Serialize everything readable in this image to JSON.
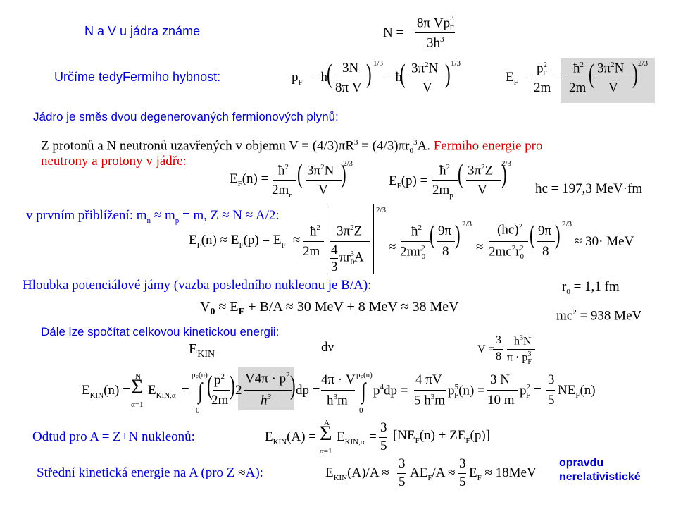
{
  "header": {
    "title": "N a V u jádra známe",
    "fermi_label": "Určíme tedyFermiho hybnost:"
  },
  "formula_N": {
    "lhs": "N =",
    "num": "8π Vp",
    "num_sup": "3",
    "num_sub": "F",
    "den": "3h",
    "den_sup": "3"
  },
  "formula_pF": {
    "lhs": "p",
    "lhs_sub": "F",
    "eq": "= h",
    "f1_num": "3N",
    "f1_den": "8π V",
    "exp": "1/3",
    "eq2": "= ħ",
    "f2_num": "3π",
    "f2_num_sup": "2",
    "f2_num_tail": "N",
    "f2_den": "V",
    "exp2": "1/3"
  },
  "formula_EF": {
    "lhs": "E",
    "lhs_sub": "F",
    "eq": "=",
    "f1_num": "p",
    "f1_num_sup": "2",
    "f1_num_sub": "F",
    "f1_den": "2m",
    "eq2": "=",
    "f2_num": "ħ",
    "f2_num_sup": "2",
    "f2_den": "2m",
    "f3_num": "3π",
    "f3_num_sup": "2",
    "f3_num_tail": "N",
    "f3_den": "V",
    "exp": "2/3"
  },
  "section1": {
    "heading": "Jádro je směs dvou degenerovaných fermionových plynů:",
    "line1_pre": "Z protonů a N neutronů uzavřených v objemu V = (4/3)πR",
    "line1_sup": "3",
    "line1_mid": " = (4/3)πr",
    "line1_sub": "0",
    "line1_sup2": "3",
    "line1_post": "A. ",
    "line1_red": "Fermiho energie pro",
    "line2": "neutrony a protony v jádře:"
  },
  "formula_EFn": {
    "lhs": "E",
    "lhs_sub": "F",
    "arg": "(n) =",
    "f1_num": "ħ",
    "f1_sup": "2",
    "f1_den": "2m",
    "f1_den_sub": "n",
    "f2_num": "3π",
    "f2_sup": "2",
    "f2_tail": "N",
    "f2_den": "V",
    "exp": "2/3"
  },
  "formula_EFp": {
    "lhs": "E",
    "lhs_sub": "F",
    "arg": "(p) =",
    "f1_num": "ħ",
    "f1_sup": "2",
    "f1_den": "2m",
    "f1_den_sub": "p",
    "f2_num": "3π",
    "f2_sup": "2",
    "f2_tail": "Z",
    "f2_den": "V",
    "exp": "2/3"
  },
  "hc_const": "ħc = 197,3 MeV·fm",
  "approx": {
    "pre": "v prvním přiblížení: m",
    "sub_n": "n",
    "mid": " ≈ m",
    "sub_p": "p",
    "post": " = m, Z ≈ N ≈ A/2:"
  },
  "formula_approx": {
    "lhs": "E",
    "arg1": "(n) ≈ E",
    "arg2": "(p) = E",
    "sub": "F",
    "approx": "≈",
    "f1_num": "ħ",
    "f1_sup": "2",
    "f1_den": "2m",
    "f2_num": "3π",
    "f2_sup": "2",
    "f2_tail": "Z",
    "f2_den_a": "4",
    "f2_den_b": "3",
    "f2_den_c": "πr",
    "f2_den_sub": "0",
    "f2_den_sup": "3",
    "f2_den_tail": "A",
    "exp": "2/3",
    "f3_num": "ħ",
    "f3_sup": "2",
    "f3_den": "2mr",
    "f3_den_sub": "0",
    "f3_den_sup": "2",
    "f4_num": "9π",
    "f4_den": "8",
    "f5_num": "(ħc)",
    "f5_sup": "2",
    "f5_den": "2mc",
    "f5_den_sup": "2",
    "f5_den_r": "r",
    "f5_den_sub": "0",
    "f5_den_sup2": "2",
    "f6_num": "9π",
    "f6_den": "8",
    "result": "≈ 30· MeV"
  },
  "section2": {
    "heading": "Hloubka potenciálové jámy (vazba posledního nukleonu je B/A):",
    "r0_label": "r",
    "r0_sub": "0",
    "r0_val": " = 1,1 fm",
    "V0_pre": "V",
    "V0_sub": "0",
    "V0_mid": " ≈ E",
    "V0_sub2": "F",
    "V0_post": " + B/A ≈ 30 MeV + 8 MeV ≈ 38 MeV",
    "mc2_label": "mc",
    "mc2_sup": "2",
    "mc2_val": " = 938 MeV"
  },
  "section3": {
    "heading": "Dále lze spočítat celkovou kinetickou energii:",
    "ekin": "E",
    "ekin_sub": "KIN",
    "dnu": "dν",
    "V_eq": "V =",
    "V_num_a": "3",
    "V_den_a": "8",
    "V_num_b": "h",
    "V_num_b_sup": "3",
    "V_num_b_tail": "N",
    "V_den_b": "π · p",
    "V_den_b_sup": "3",
    "V_den_b_sub": "F"
  },
  "formula_ekin": {
    "lhs": "E",
    "lhs_sub": "KIN",
    "arg": "(n) =",
    "sum_top": "N",
    "sum_bot": "α=1",
    "sum_sym": "Σ",
    "term": "E",
    "term_sub": "KIN,α",
    "eq": "=",
    "int_top": "p",
    "int_top_sub": "F",
    "int_top_arg": "(n)",
    "int_bot": "0",
    "f1_num": "p",
    "f1_sup": "2",
    "f1_den": "2m",
    "two": "2",
    "f2_num": "V4π · p",
    "f2_sup": "2",
    "f2_den": "h",
    "f2_den_sup": "3",
    "dp": "dp =",
    "f3_num": "4π · V",
    "f3_den": "h",
    "f3_den_sup": "3",
    "f3_den_tail": "m",
    "int2_top": "p",
    "int2_top_sub": "F",
    "int2_top_arg": "(n)",
    "int2_bot": "0",
    "int2_body": "p",
    "int2_body_sup": "4",
    "int2_dp": "dp =",
    "f4_num": "4  πV",
    "f4_den": "5 h",
    "f4_den_sup": "3",
    "f4_den_tail": "m",
    "pf_a": "p",
    "pf_a_sup": "5",
    "pf_a_sub": "F",
    "pf_a_arg": "(n) =",
    "f5_num": "3  N",
    "f5_den": "10  m",
    "pf_b": "p",
    "pf_b_sup": "2",
    "pf_b_sub": "F",
    "eq3": "=",
    "f6_num": "3",
    "f6_den": "5",
    "tail": "NE",
    "tail_sub": "F",
    "tail_arg": "(n)"
  },
  "section4": {
    "label": "Odtud pro A = Z+N nukleonů:",
    "lhs": "E",
    "lhs_sub": "KIN",
    "arg": "(A) =",
    "sum_top": "A",
    "sum_bot": "α=1",
    "sum_sym": "Σ",
    "term": "E",
    "term_sub": "KIN,α",
    "eq": "=",
    "f_num": "3",
    "f_den": "5",
    "bracket": "[NE",
    "sub1": "F",
    "mid": "(n) + ZE",
    "sub2": "F",
    "end": "(p)]"
  },
  "section5": {
    "label_pre": "Střední kinetická energie na A (pro Z ",
    "label_approx": "≈",
    "label_post": "A):",
    "lhs": "E",
    "lhs_sub": "KIN",
    "arg": "(A)/A ≈",
    "f1_num": "3",
    "f1_den": "5",
    "mid": "AE",
    "mid_sub": "F",
    "mid2": "/A ≈",
    "f2_num": "3",
    "f2_den": "5",
    "tail": "E",
    "tail_sub": "F",
    "result": " ≈ 18MeV"
  },
  "note": {
    "line1": "opravdu",
    "line2": "nerelativistické"
  }
}
